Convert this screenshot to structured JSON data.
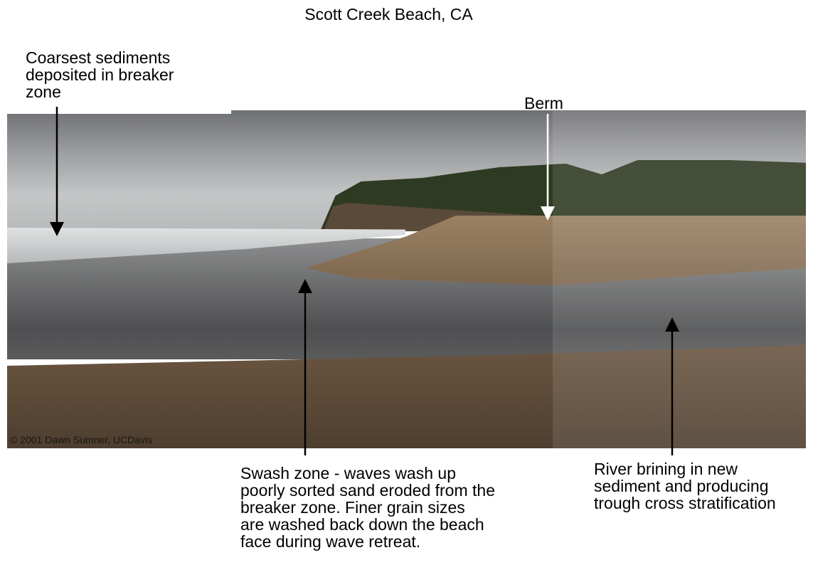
{
  "title": "Scott Creek Beach, CA",
  "labels": {
    "coarsest": "Coarsest sediments\ndeposited in breaker\nzone",
    "berm": "Berm",
    "swash": "Swash zone - waves wash up\npoorly sorted sand eroded from the\nbreaker zone.  Finer grain sizes\nare washed back down the beach\nface during wave retreat.",
    "river": "River brining in new\nsediment and producing\ntrough cross stratification"
  },
  "photo": {
    "copyright": "© 2001 Dawn Sumner, UCDavis"
  }
}
